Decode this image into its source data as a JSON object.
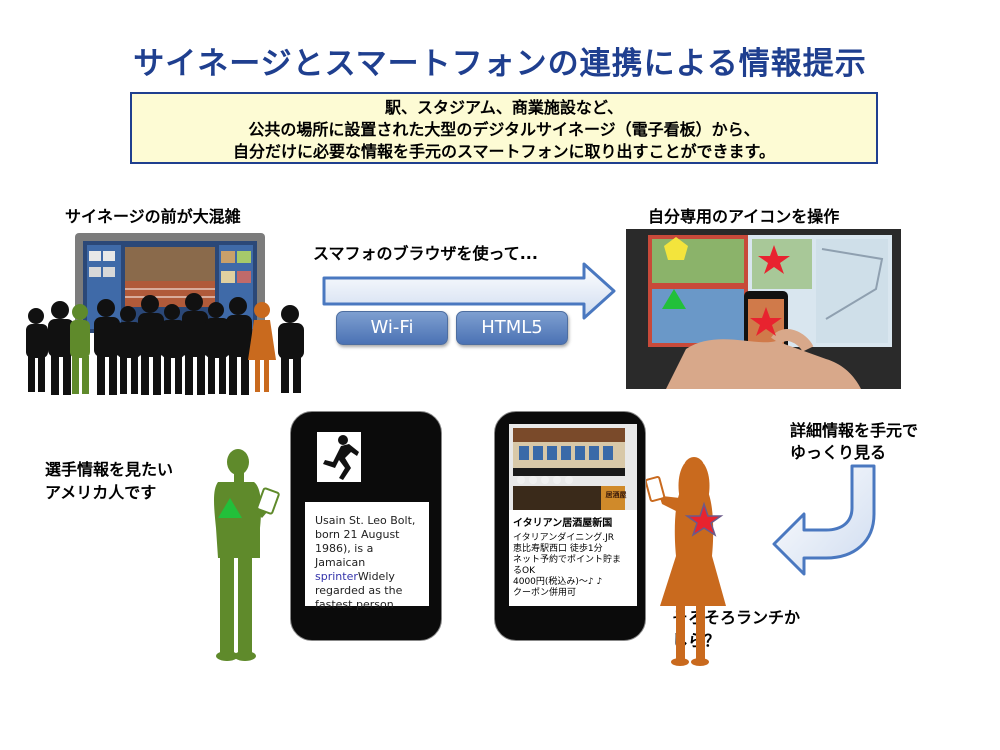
{
  "title": "サイネージとスマートフォンの連携による情報提示",
  "info_box": {
    "line1": "駅、スタジアム、商業施設など、",
    "line2": "公共の場所に設置された大型のデジタルサイネージ（電子看板）から、",
    "line3": "自分だけに必要な情報を手元のスマートフォンに取り出すことができます。"
  },
  "labels": {
    "crowd": "サイネージの前が大混雑",
    "browser": "スマフォのブラウザを使って...",
    "own_icon": "自分専用のアイコンを操作",
    "detail_line1": "詳細情報を手元で",
    "detail_line2": "ゆっくり見る",
    "man_line1": "選手情報を見たい",
    "man_line2": "アメリカ人です",
    "woman_line1": "そろそろランチか",
    "woman_line2": "しら？"
  },
  "tech": {
    "wifi": "Wi-Fi",
    "html5": "HTML5"
  },
  "phone1": {
    "text_a": "Usain St. Leo Bolt",
    "text_b": ", born 21 August 1986), is a Jamaican ",
    "link": "sprinter",
    "text_c": "Widely regarded as the fastest person"
  },
  "phone2": {
    "sign": "居酒屋",
    "title": "イタリアン居酒屋新国",
    "line1": "イタリアンダイニング.JR",
    "line2": "恵比寿駅西口 徒歩1分",
    "line3": "ネット予約でポイント貯ま",
    "line4": "るOK",
    "line5": "4000円(税込み)～♪ ♪",
    "line6": "クーポン併用可"
  },
  "colors": {
    "title": "#1f3f8f",
    "man": "#5f8a2b",
    "woman": "#c96a1e",
    "green_triangle": "#22c03a",
    "red_star": "#e8232f",
    "yellow_pentagon": "#f3e43c"
  }
}
